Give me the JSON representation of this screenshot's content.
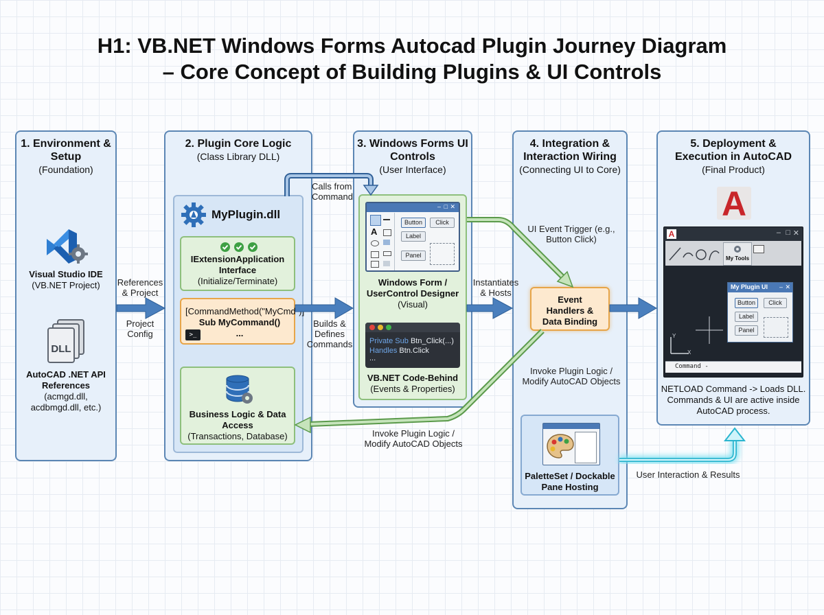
{
  "title": {
    "line1": "H1: VB.NET Windows Forms Autocad Plugin Journey Diagram",
    "line2": "– Core Concept of Building Plugins & UI Controls"
  },
  "col1": {
    "heading": "1. Environment & Setup",
    "sub": "(Foundation)",
    "vs_title": "Visual Studio IDE",
    "vs_sub": "(VB.NET Project)",
    "dll_icon_text": "DLL",
    "api_title": "AutoCAD .NET API References",
    "api_sub": "(acmgd.dll, acdbmgd.dll, etc.)"
  },
  "col2": {
    "heading": "2. Plugin Core Logic",
    "sub": "(Class Library DLL)",
    "dll_name": "MyPlugin.dll",
    "iext_title": "IExtensionApplication Interface",
    "iext_sub": "(Initialize/Terminate)",
    "cmd_attr": "[CommandMethod(\"MyCmd\")]",
    "cmd_sub": "Sub MyCommand()",
    "cmd_dots": "...",
    "term_prompt": ">_",
    "biz_title": "Business Logic & Data Access",
    "biz_sub": "(Transactions, Database)"
  },
  "col3": {
    "heading": "3. Windows Forms UI Controls",
    "sub": "(User Interface)",
    "designer_title": "Windows Form / UserControl Designer",
    "designer_sub": "(Visual)",
    "btn_button": "Button",
    "btn_click": "Click",
    "btn_label": "Label",
    "btn_panel": "Panel",
    "code_line1_kw": "Private Sub",
    "code_line1_rest": "Btn_Click(...)",
    "code_line2_kw": "Handles",
    "code_line2_rest": "Btn.Click",
    "code_line3": "...",
    "code_title": "VB.NET Code-Behind",
    "code_sub": "(Events & Properties)"
  },
  "col4": {
    "heading": "4. Integration & Interaction Wiring",
    "sub": "(Connecting UI to Core)",
    "event_box": "Event Handlers & Data Binding",
    "palette_title": "PaletteSet / Dockable Pane Hosting"
  },
  "col5": {
    "heading": "5. Deployment & Execution in AutoCAD",
    "sub": "(Final Product)",
    "autocad_logo_letter": "A",
    "mytools": "My Tools",
    "dialog_title": "My Plugin UI",
    "dialog_button": "Button",
    "dialog_click": "Click",
    "dialog_label": "Label",
    "dialog_panel": "Panel",
    "command_line": "Command -",
    "axis_y": "Y",
    "axis_x": "X",
    "desc": "NETLOAD Command -> Loads DLL. Commands & UI are active inside AutoCAD process."
  },
  "arrows": {
    "references": "References & Project",
    "project_config": "Project Config",
    "calls_from": "Calls from Command",
    "builds": "Builds & Defines Commands",
    "instantiates": "Instantiates & Hosts",
    "ui_event": "UI Event Trigger (e.g., Button Click)",
    "invoke_upper": "Invoke Plugin Logic / Modify AutoCAD Objects",
    "invoke_lower": "Invoke Plugin Logic / Modify AutoCAD Objects",
    "user_interaction": "User Interaction & Results"
  }
}
